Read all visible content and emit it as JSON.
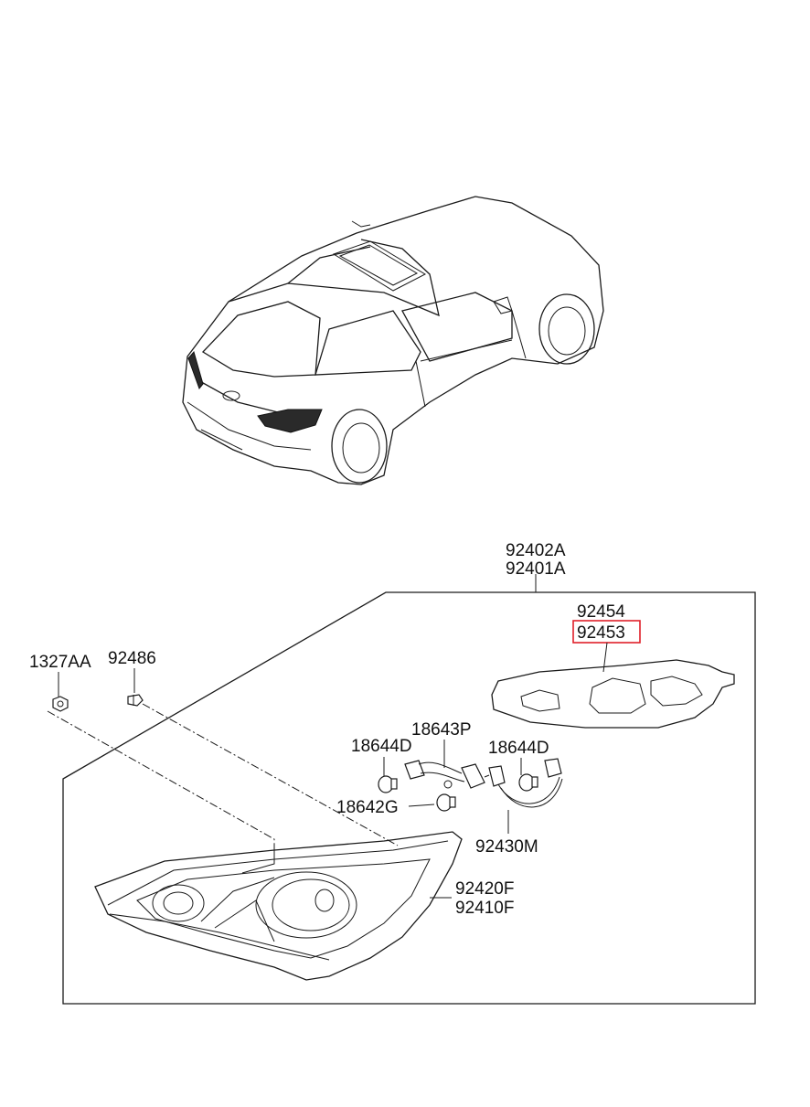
{
  "labels": {
    "assy_a": "92402A",
    "assy_b": "92401A",
    "gasket_a": "92454",
    "gasket_b": "92453",
    "nut": "1327AA",
    "clip": "92486",
    "socket": "18643P",
    "bulb_left": "18644D",
    "bulb_right": "18644D",
    "bulb_small": "18642G",
    "wiring": "92430M",
    "lamp_a": "92420F",
    "lamp_b": "92410F"
  },
  "colors": {
    "highlight_box": "#e0202a",
    "line": "#1a1a1a",
    "tail_lamp_fill": "#2a2a2a"
  },
  "icons": {
    "car": "car-rear-three-quarter-icon",
    "nut": "hex-nut-icon",
    "clip": "clip-icon",
    "gasket": "gasket-icon",
    "bulb": "bulb-icon",
    "wiring": "wiring-harness-icon",
    "lamp": "tail-lamp-icon"
  }
}
